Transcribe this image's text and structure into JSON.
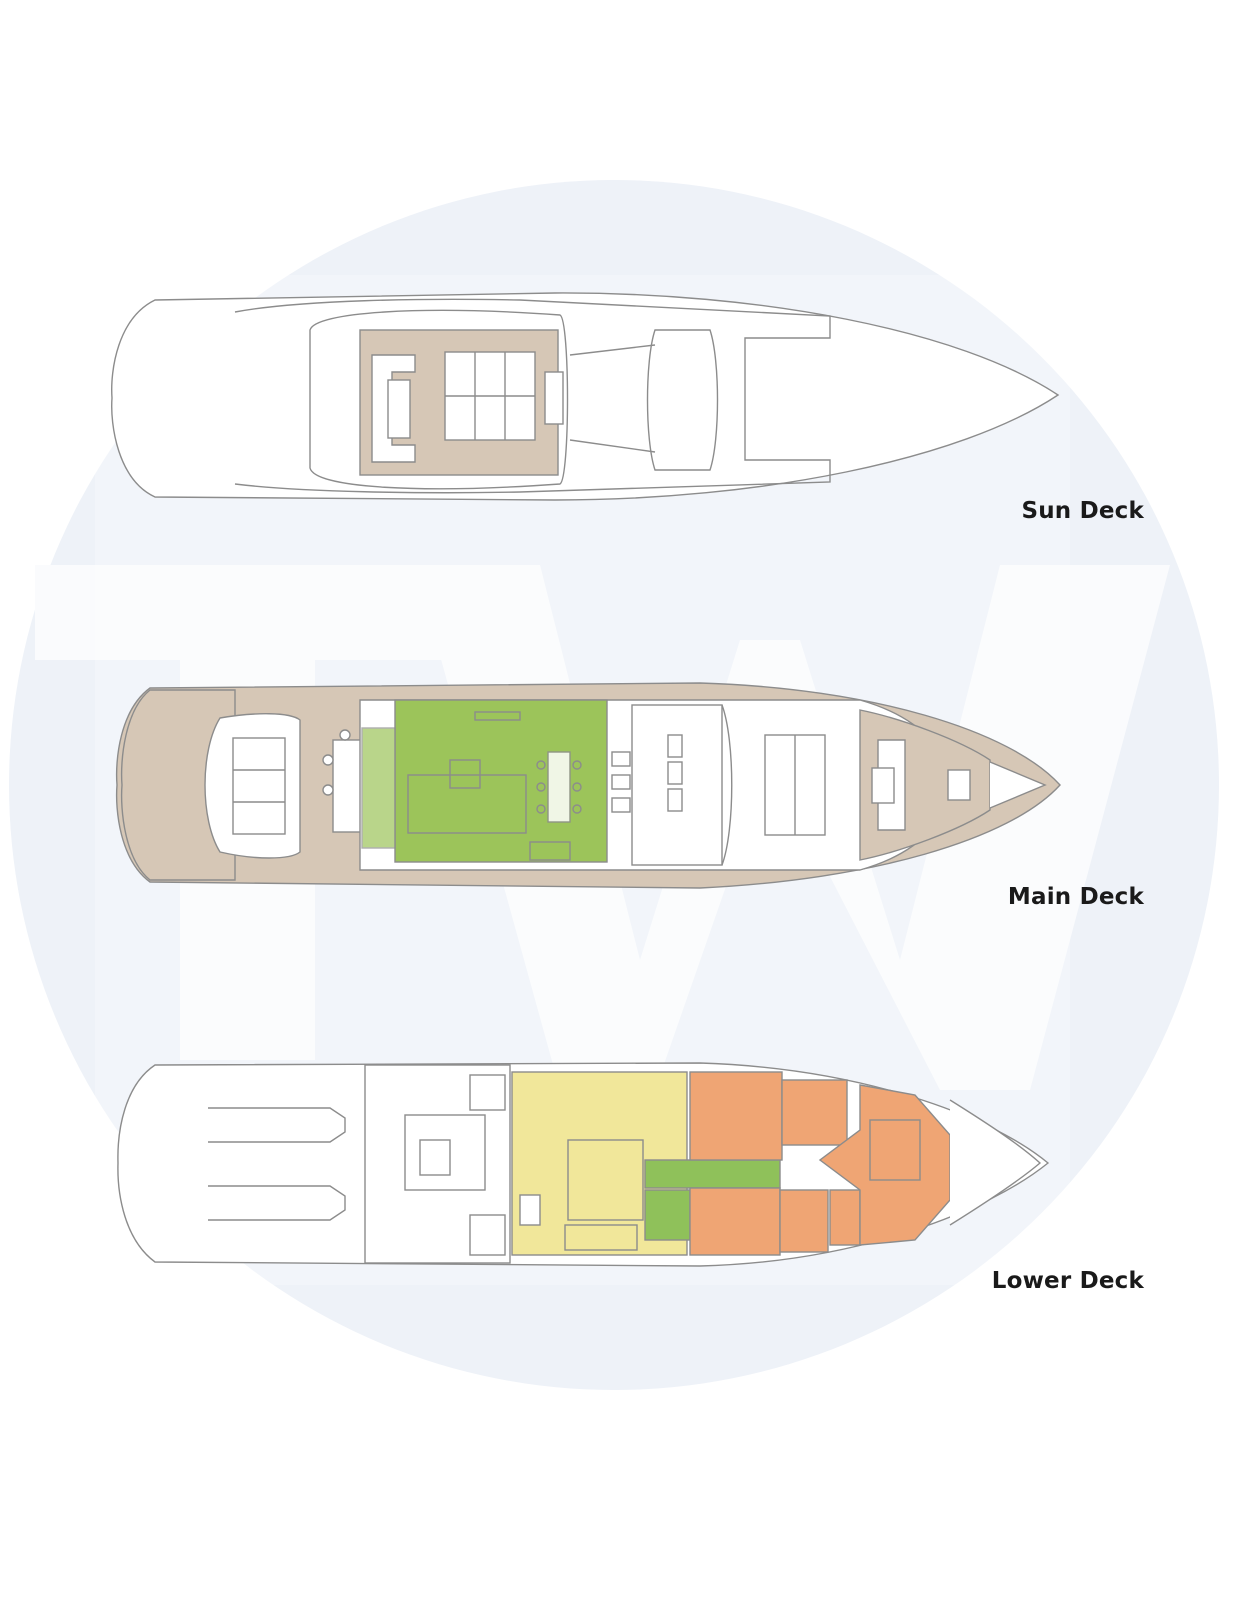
{
  "decks": {
    "sun": {
      "label": "Sun Deck"
    },
    "main": {
      "label": "Main Deck"
    },
    "lower": {
      "label": "Lower Deck"
    }
  },
  "watermark": {
    "letters": "TW"
  },
  "colors": {
    "watermark_circle": "#eef2f8",
    "watermark_letters": "#fafbfd",
    "hull_line": "#8c8c8c",
    "teak": "#d6c7b6",
    "salon_green": "#9cc45a",
    "guest_yellow": "#f1e79a",
    "cabin_orange": "#efa574",
    "corridor_green": "#8fc15a"
  }
}
